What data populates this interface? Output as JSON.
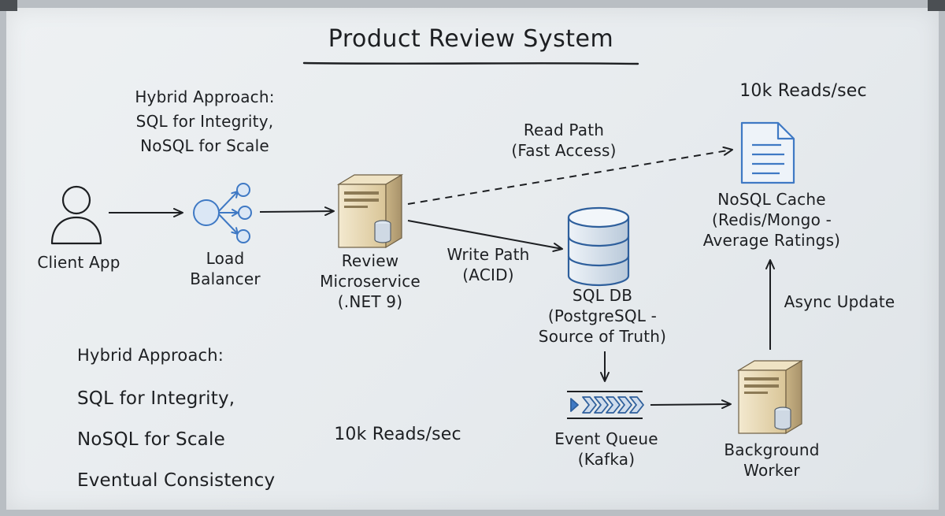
{
  "title": "Product Review System",
  "top_note": [
    "Hybrid Approach:",
    "SQL for Integrity,",
    "NoSQL for Scale"
  ],
  "reads_top": "10k Reads/sec",
  "read_path": [
    "Read Path",
    "(Fast Access)"
  ],
  "write_path": [
    "Write Path",
    "(ACID)"
  ],
  "nodes": {
    "client": [
      "Client App"
    ],
    "load_balancer": [
      "Load",
      "Balancer"
    ],
    "review_service": [
      "Review",
      "Microservice",
      "(.NET 9)"
    ],
    "sql_db": [
      "SQL DB",
      "(PostgreSQL -",
      "Source of Truth)"
    ],
    "nosql_cache": [
      "NoSQL Cache",
      "(Redis/Mongo -",
      "Average Ratings)"
    ],
    "event_queue": [
      "Event Queue",
      "(Kafka)"
    ],
    "worker": [
      "Background",
      "Worker"
    ]
  },
  "async_update": "Async Update",
  "bottom_note": [
    "Hybrid Approach:",
    "SQL for Integrity,",
    "NoSQL for Scale",
    "Eventual Consistency"
  ],
  "reads_bottom": "10k Reads/sec",
  "colors": {
    "ink": "#1d1f22",
    "blue": "#3f79c4",
    "blue_fill": "#dbe7f5",
    "server_fill": "#eadcb8",
    "server_dark": "#b9a57a",
    "board": "#eef1f3"
  },
  "icons": [
    "user-icon",
    "load-balancer-icon",
    "server-icon",
    "database-icon",
    "document-icon",
    "queue-icon"
  ]
}
